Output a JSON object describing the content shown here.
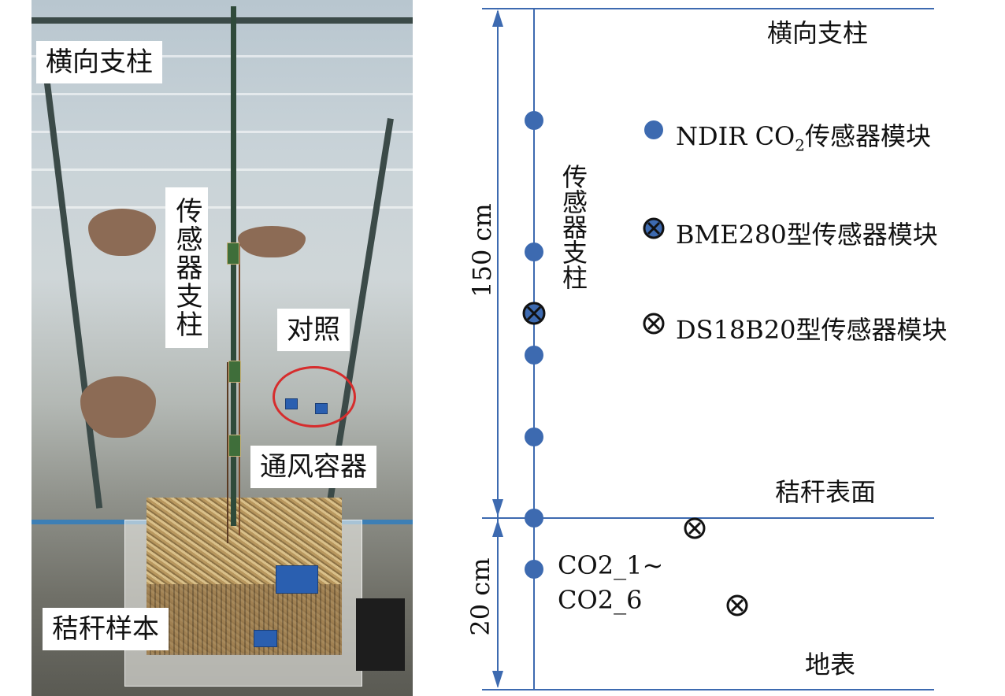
{
  "photo": {
    "labels": {
      "cross_support": "横向支柱",
      "sensor_pole": "传感器支柱",
      "control": "对照",
      "vent_container": "通风容器",
      "straw_sample": "秸秆样本"
    }
  },
  "diagram": {
    "top_label": "横向支柱",
    "pole_label": "传感器支柱",
    "straw_surface_label": "秸秆表面",
    "ground_label": "地表",
    "upper_dimension": "150 cm",
    "lower_dimension": "20 cm",
    "co2_range_line1": "CO2_1~",
    "co2_range_line2": "CO2_6",
    "legend": [
      {
        "symbol": "blue-dot",
        "text_before_sub": "NDIR CO",
        "subscript": "2",
        "text_after_sub": "传感器模块"
      },
      {
        "symbol": "blue-cross-circle",
        "text": "BME280型传感器模块"
      },
      {
        "symbol": "cross-circle",
        "text": "DS18B20型传感器模块"
      }
    ],
    "colors": {
      "line": "#3d6ab0",
      "dot": "#3d6ab0",
      "symbol_stroke": "#111111",
      "control_circle": "#d62d2d"
    }
  }
}
